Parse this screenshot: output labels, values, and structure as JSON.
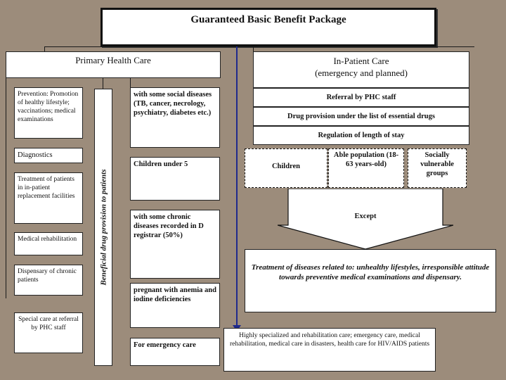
{
  "title": "Guaranteed Basic Benefit Package",
  "primary": {
    "header": "Primary Health Care",
    "prevention": "Prevention: Promotion of healthy lifestyle; vaccinations; medical examinations",
    "diagnostics": "Diagnostics",
    "treatment": "Treatment of patients in in-patient replacement facilities",
    "rehab": "Medical rehabilitation",
    "dispensary": "Dispensary of chronic patients",
    "special_care": "Special care at referral by PHC staff",
    "vertical_label": "Beneficial drug provision to patients",
    "social": "with some social diseases (TB, cancer, necrology, psychiatry, diabetes etc.)",
    "children_under5": "Children under 5",
    "chronic": "with some chronic diseases recorded in D registrar (50%)",
    "pregnant": "pregnant with anemia and iodine deficiencies",
    "emergency": "For emergency care"
  },
  "inpatient": {
    "header_line1": "In-Patient Care",
    "header_line2": "(emergency and planned)",
    "referral": "Referral by PHC staff",
    "drug_list": "Drug provision under the list of essential drugs",
    "regulation": "Regulation of length of stay",
    "children": "Children",
    "able": "Able population (18-63 years-old)",
    "vulnerable": "Socially vulnerable groups",
    "except": "Except",
    "exclusions": "Treatment of diseases related to: unhealthy lifestyles, irresponsible attitude towards preventive medical examinations and dispensary.",
    "highly": "Highly specialized and rehabilitation care; emergency care, medical rehabilitation, medical care in disasters, health care for HIV/AIDS patients"
  }
}
